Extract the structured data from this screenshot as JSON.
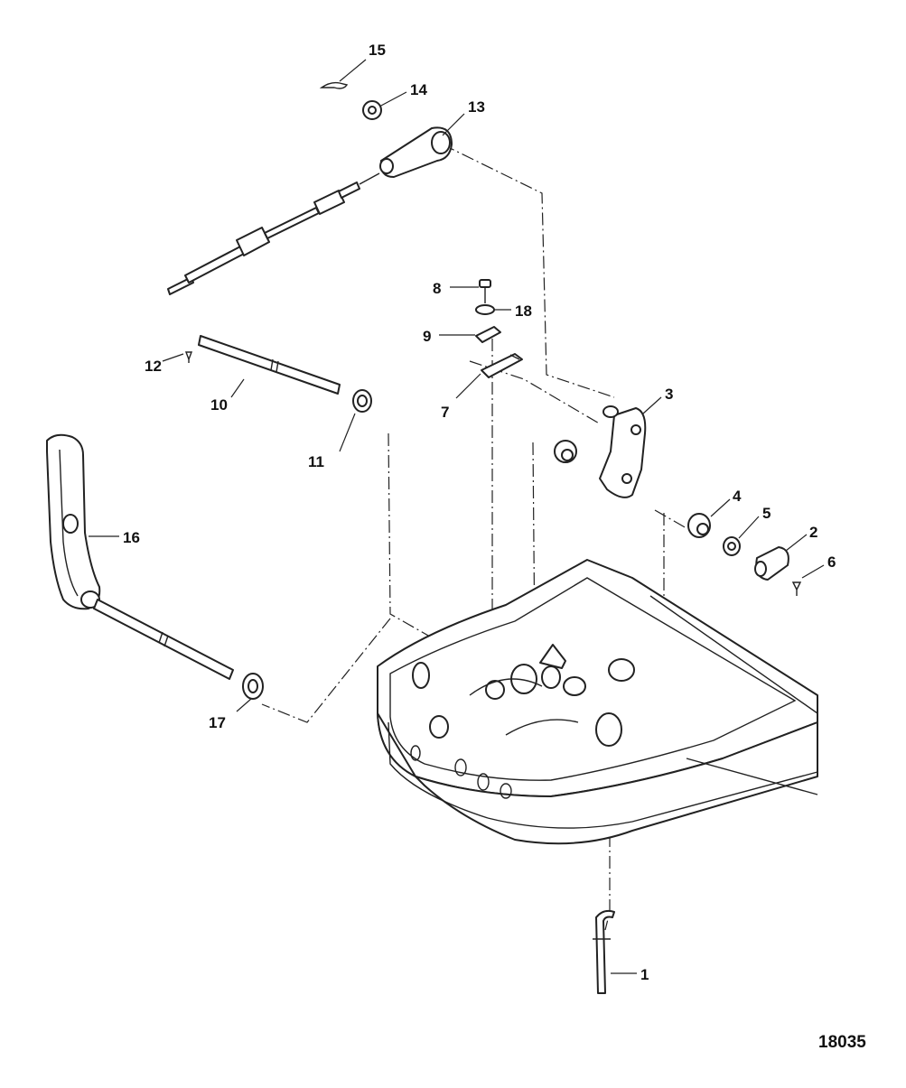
{
  "callouts": {
    "c1": "1",
    "c2": "2",
    "c3": "3",
    "c4": "4",
    "c5": "5",
    "c6": "6",
    "c7": "7",
    "c8": "8",
    "c9": "9",
    "c10": "10",
    "c11": "11",
    "c12": "12",
    "c13": "13",
    "c14": "14",
    "c15": "15",
    "c16": "16",
    "c17": "17",
    "c18": "18"
  },
  "figure_id": "18035"
}
